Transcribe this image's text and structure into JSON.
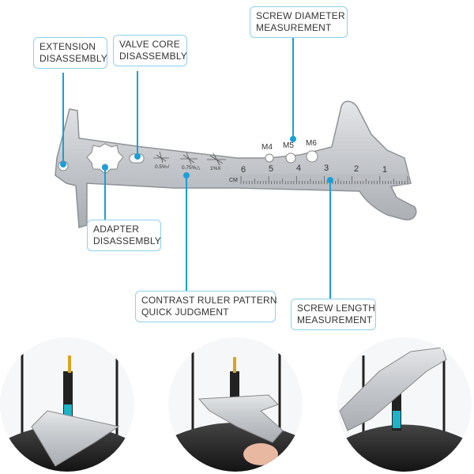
{
  "labels": {
    "extension": [
      "EXTENSION",
      "DISASSEMBLY"
    ],
    "valve_core": [
      "VALVE CORE",
      "DISASSEMBLY"
    ],
    "screw_diameter": [
      "SCREW DIAMETER",
      "MEASUREMENT"
    ],
    "adapter": [
      "ADAPTER",
      "DISASSEMBLY"
    ],
    "contrast_ruler": [
      "CONTRAST RULER PATTERN",
      "QUICK JUDGMENT"
    ],
    "screw_length": [
      "SCREW LENGTH",
      "MEASUREMENT"
    ]
  },
  "tool_text": {
    "screw_sizes": [
      "M4",
      "M5",
      "M6"
    ],
    "ruler_numbers": [
      "6",
      "5",
      "4",
      "3",
      "2",
      "1"
    ],
    "ruler_unit": "CM",
    "gauge_marks": [
      "0.5%√",
      "0.75%△",
      "1%X"
    ]
  },
  "colors": {
    "accent_line": "#1a9fd6",
    "label_border": "#8fd0ec",
    "steel": "#c9ccd0",
    "steel_dark": "#8e9296"
  }
}
